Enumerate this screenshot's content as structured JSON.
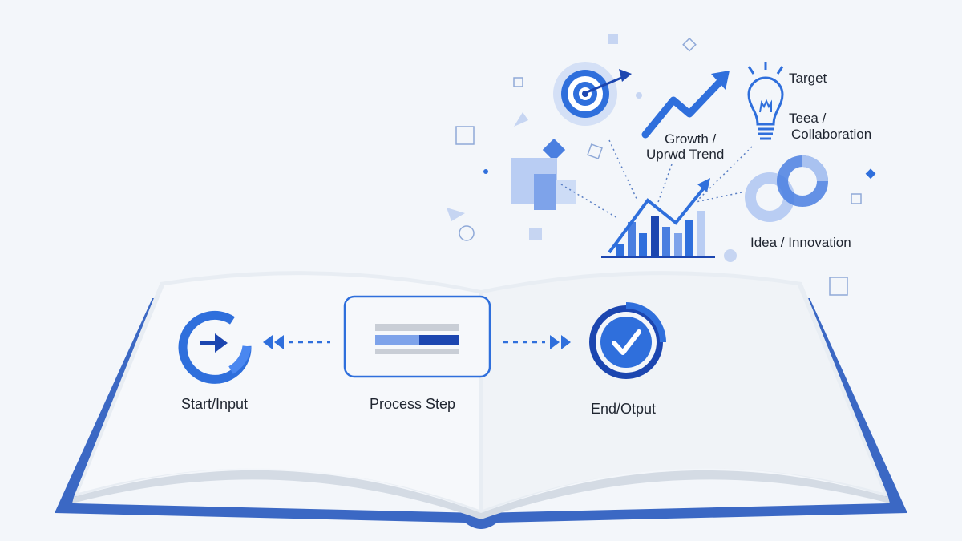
{
  "flow": {
    "start_label": "Start/Input",
    "process_label": "Process Step",
    "end_label": "End/Otput"
  },
  "concepts": {
    "growth_line1": "Growth /",
    "growth_line2": "Uprwd Trend",
    "target_label": "Target",
    "team_line1": "Teea /",
    "team_line2": "Collaboration",
    "idea_label": "Idea / Innovation"
  },
  "colors": {
    "background": "#f3f6fa",
    "primary": "#2f6fdc",
    "dark": "#1c46b0",
    "light": "#a9c2f0",
    "cover": "#3b68c4"
  }
}
